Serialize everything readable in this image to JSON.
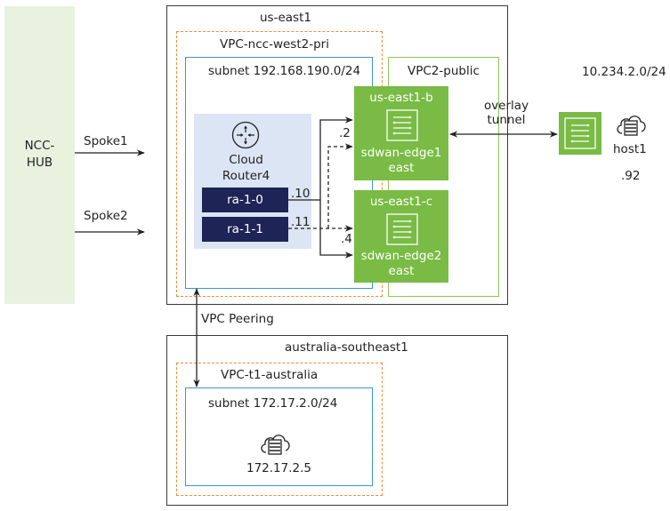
{
  "hub": {
    "label": "NCC-\nHUB",
    "line1": "NCC-",
    "line2": "HUB"
  },
  "spokes": [
    {
      "label": "Spoke1"
    },
    {
      "label": "Spoke2"
    }
  ],
  "regions": {
    "us_east1": {
      "label": "us-east1",
      "vpc": {
        "label": "VPC-ncc-west2-pri",
        "subnet": {
          "label": "subnet 192.168.190.0/24"
        }
      },
      "vpc2": {
        "label": "VPC2-public"
      },
      "cloud_router": {
        "line1": "Cloud",
        "line2": "Router4",
        "interfaces": [
          {
            "name": "ra-1-0",
            "ip_suffix": ".10"
          },
          {
            "name": "ra-1-1",
            "ip_suffix": ".11"
          }
        ]
      },
      "edges": [
        {
          "zone": "us-east1-b",
          "line1": "sdwan-edge1",
          "line2": "east",
          "ip_suffix": ".2"
        },
        {
          "zone": "us-east1-c",
          "line1": "sdwan-edge2",
          "line2": "east",
          "ip_suffix": ".4"
        }
      ]
    },
    "australia": {
      "label": "australia-southeast1",
      "vpc": {
        "label": "VPC-t1-australia",
        "subnet": {
          "label": "subnet 172.17.2.0/24",
          "host_ip": "172.17.2.5"
        }
      }
    }
  },
  "overlay": {
    "line1": "overlay",
    "line2": "tunnel"
  },
  "remote": {
    "subnet": "10.234.2.0/24",
    "host": "host1",
    "host_ip": ".92"
  },
  "peering": {
    "label": "VPC Peering"
  },
  "colors": {
    "hub_bg": "#e8f2df",
    "edge_green": "#79bb44",
    "vpc_dash": "#f08a3c",
    "subnet_blue": "#3b93d8",
    "vpc2_green": "#8cc85a",
    "router_panel": "#dbe5f4",
    "interface_navy": "#1e2456"
  },
  "icons": {
    "router": "router-icon",
    "sdwan": "sdwan-appliance-icon",
    "host": "cloud-server-icon"
  }
}
